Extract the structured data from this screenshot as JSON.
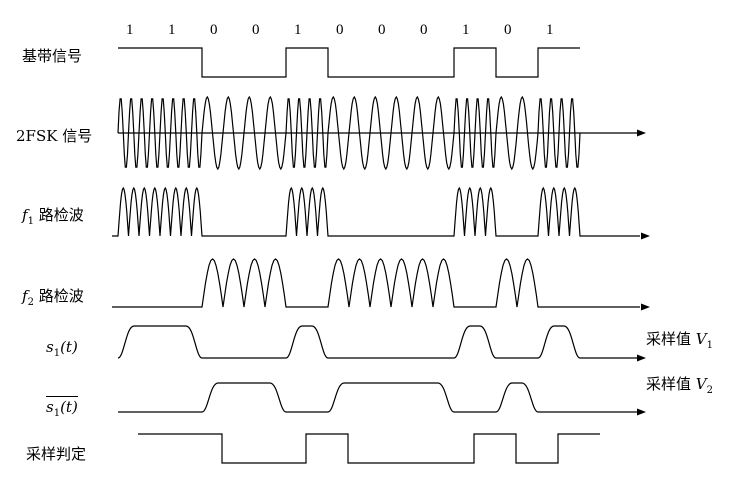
{
  "bits": [
    "1",
    "1",
    "0",
    "0",
    "1",
    "0",
    "0",
    "0",
    "1",
    "0",
    "1"
  ],
  "labels": {
    "baseband": "基带信号",
    "fsk": "2FSK 信号",
    "f1_path": {
      "sym": "f",
      "sub": "1",
      "text": " 路检波"
    },
    "f2_path": {
      "sym": "f",
      "sub": "2",
      "text": " 路检波"
    },
    "s1": {
      "sym": "s",
      "sub": "1",
      "arg": "(t)"
    },
    "s2": {
      "sym": "s",
      "sub": "1",
      "arg": "(t)"
    },
    "decision": "采样判定"
  },
  "sample_values": {
    "v1": {
      "text": "采样值 ",
      "sym": "V",
      "sub": "1"
    },
    "v2": {
      "text": "采样值 ",
      "sym": "V",
      "sub": "2"
    }
  }
}
